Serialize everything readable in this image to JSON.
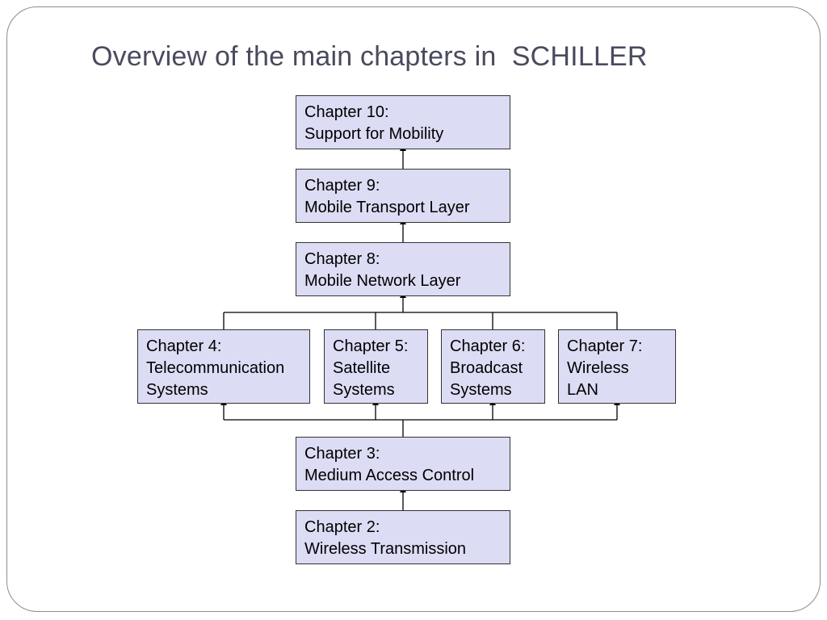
{
  "title": "Overview of the main chapters in  SCHILLER",
  "colors": {
    "box_fill": "#dcdcf5",
    "box_border": "#333333",
    "title": "#4a4a5e",
    "connector": "#000000"
  },
  "chapters": {
    "ch10": {
      "heading": "Chapter 10:",
      "lines": [
        "Support for Mobility"
      ]
    },
    "ch9": {
      "heading": "Chapter 9:",
      "lines": [
        "Mobile Transport Layer"
      ]
    },
    "ch8": {
      "heading": "Chapter 8:",
      "lines": [
        "Mobile Network Layer"
      ]
    },
    "ch4": {
      "heading": "Chapter 4:",
      "lines": [
        "Telecommunication",
        "Systems"
      ]
    },
    "ch5": {
      "heading": "Chapter 5:",
      "lines": [
        "Satellite",
        "Systems"
      ]
    },
    "ch6": {
      "heading": "Chapter 6:",
      "lines": [
        "Broadcast",
        "Systems"
      ]
    },
    "ch7": {
      "heading": "Chapter 7:",
      "lines": [
        "Wireless",
        "LAN"
      ]
    },
    "ch3": {
      "heading": "Chapter 3:",
      "lines": [
        "Medium Access Control"
      ]
    },
    "ch2": {
      "heading": "Chapter 2:",
      "lines": [
        "Wireless Transmission"
      ]
    }
  }
}
